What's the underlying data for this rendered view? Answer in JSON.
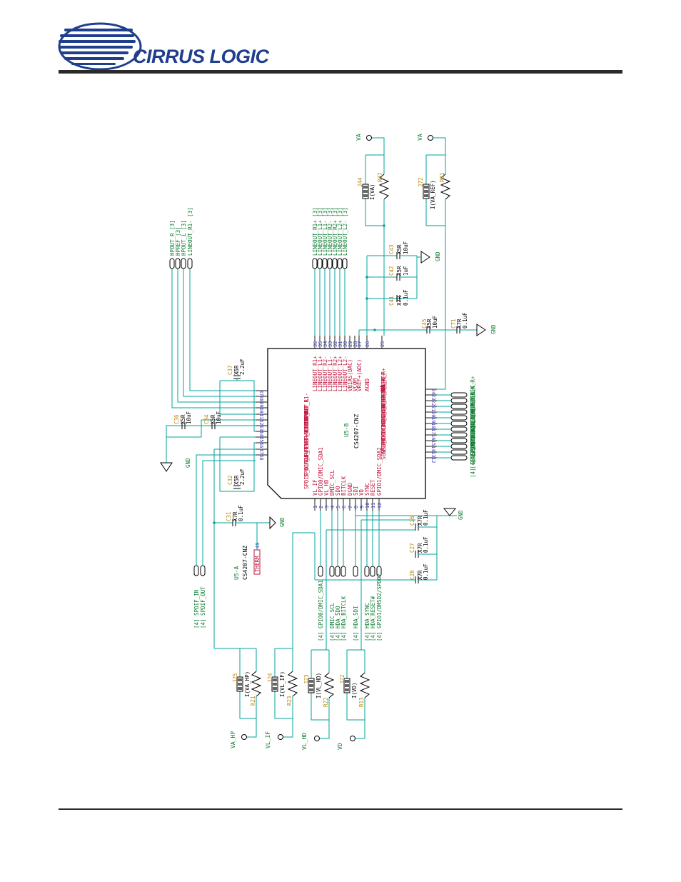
{
  "header": {
    "brand": "CIRRUS LOGIC"
  },
  "chip": {
    "part": "CS4207-CNZ",
    "ref_main": "U5-B",
    "ref_therm": "U5-A",
    "therm_label": "THERM",
    "therm_pin": "49",
    "top_pins": [
      {
        "num": "36",
        "name": "LINEOUT_R1+"
      },
      {
        "num": "35",
        "name": "LINEOUT_L1+"
      },
      {
        "num": "34",
        "name": "LINEOUT_R2-"
      },
      {
        "num": "33",
        "name": "LINEOUT_L1-"
      },
      {
        "num": "32",
        "name": "LINEOUT_R2+"
      },
      {
        "num": "31",
        "name": "LINEOUT_L2+"
      },
      {
        "num": "30",
        "name": "LINEOUT_L2-"
      },
      {
        "num": "29",
        "name": "VBIAS(DAC)"
      },
      {
        "num": "28",
        "name": "VCOM"
      },
      {
        "num": "27",
        "name": "VREF+(ADC)"
      },
      {
        "num": "26",
        "name": "AGND"
      },
      {
        "num": "25",
        "name": "VA"
      }
    ],
    "left_pins": [
      {
        "num": "37",
        "name": "LINEOUT_R1-"
      },
      {
        "num": "38",
        "name": "HPOUT_L"
      },
      {
        "num": "39",
        "name": "HPREF"
      },
      {
        "num": "40",
        "name": "HPOUT_R"
      },
      {
        "num": "41",
        "name": "VHP_FILT-"
      },
      {
        "num": "42",
        "name": "FLYN"
      },
      {
        "num": "43",
        "name": "FLYC"
      },
      {
        "num": "44",
        "name": "VHP_FILT+"
      },
      {
        "num": "45",
        "name": "FLYP"
      },
      {
        "num": "46",
        "name": "VA_HP"
      },
      {
        "num": "47",
        "name": "SPDIF_IN"
      },
      {
        "num": "48",
        "name": "SPDIF_OUT1"
      }
    ],
    "bottom_pins": [
      {
        "num": "1",
        "name": "VL_IF"
      },
      {
        "num": "2",
        "name": "GPIO0/DMIC_SDA1"
      },
      {
        "num": "3",
        "name": "VL_HD"
      },
      {
        "num": "4",
        "name": "DMIC_SCL"
      },
      {
        "num": "5",
        "name": "SDO"
      },
      {
        "num": "6",
        "name": "BITCLK"
      },
      {
        "num": "7",
        "name": "DGND"
      },
      {
        "num": "8",
        "name": "SDI"
      },
      {
        "num": "9",
        "name": "VD"
      },
      {
        "num": "10",
        "name": "SYNC"
      },
      {
        "num": "11",
        "name": "RESET"
      },
      {
        "num": "12",
        "name": "GPIO1/DMIC_SDA2"
      }
    ],
    "right_pins": [
      {
        "num": "24",
        "name": "VA_REF"
      },
      {
        "num": "23",
        "name": "LINEIN_R+"
      },
      {
        "num": "22",
        "name": "LINEIN_C-"
      },
      {
        "num": "21",
        "name": "LINEIN_L+"
      },
      {
        "num": "20",
        "name": "LINEIN_R-"
      },
      {
        "num": "19",
        "name": "MICIN_R+"
      },
      {
        "num": "18",
        "name": "MICIN_R-"
      },
      {
        "num": "17",
        "name": "MICIN_L+"
      },
      {
        "num": "16",
        "name": "MICIN_L-"
      },
      {
        "num": "15",
        "name": "MICBIAS"
      },
      {
        "num": "14",
        "name": "GPIO3"
      },
      {
        "num": "13",
        "name": "GPIO2"
      },
      {
        "num": "12b",
        "name": "SENSE_A"
      }
    ]
  },
  "connectors": {
    "top": [
      "LINEOUT_R1+ [3]",
      "LINEOUT_L1+ [3]",
      "LINEOUT_L1- [3]",
      "LINEOUT_R2- [3]",
      "LINEOUT_R2+ [3]",
      "LINEOUT_L2+ [3]",
      "LINEOUT_L2- [3]"
    ],
    "top_left": [
      "HPOUT_R [3]",
      "HPREF [3]",
      "HPOUT_L [3]",
      "LINEOUT_R1- [3]"
    ],
    "right": [
      "[2] LINEIN_R+",
      "[2] LINEIN_C-",
      "[2] LINEIN_L+",
      "[2] LINEIN_L-",
      "[2] MICIN_R+",
      "[2] MICIN_R-",
      "[2] MICIN_L+",
      "[2] MICIN_L-",
      "[2] MICBIAS",
      "[4] GPIO3",
      "[4] GPIO2",
      "[4] SENSE_A"
    ],
    "left": [
      "[4] SPDIF_IN",
      "[4] SPDIF_OUT"
    ],
    "bottom": [
      "[4] GPIO0/DMIC_SDA1",
      "[4] DMIC_SCL",
      "[4] HDA_SDO",
      "[4] HDA_BITCLK",
      "[4] HDA_SDI",
      "[4] HDA_SYNC",
      "[4] HDA_RESET#",
      "[4] GPIO1/DMSD2/SPDO2"
    ]
  },
  "capacitors": [
    {
      "ref": "C43",
      "type": "X5R",
      "value": "10uF"
    },
    {
      "ref": "C42",
      "type": "X5R",
      "value": "1uF"
    },
    {
      "ref": "C41",
      "type": "X7R",
      "value": "0.1uF"
    },
    {
      "ref": "C45",
      "type": "X5R",
      "value": "10uF"
    },
    {
      "ref": "C71",
      "type": "X7R",
      "value": "0.1uF"
    },
    {
      "ref": "C37",
      "type": "X5R",
      "value": "2.2uF"
    },
    {
      "ref": "C36",
      "type": "X5R",
      "value": "10uF"
    },
    {
      "ref": "C34",
      "type": "X5R",
      "value": "10uF"
    },
    {
      "ref": "C32",
      "type": "X5R",
      "value": "2.2uF"
    },
    {
      "ref": "C31",
      "type": "X7R",
      "value": "0.1uF"
    },
    {
      "ref": "C26",
      "type": "X7R",
      "value": "0.1uF"
    },
    {
      "ref": "C27",
      "type": "X7R",
      "value": "0.1uF"
    },
    {
      "ref": "C28",
      "type": "X7R",
      "value": "0.1uF"
    }
  ],
  "resistors": [
    {
      "ref": "R37",
      "jumper": "J44",
      "label": "I(VA)",
      "rail": "VA"
    },
    {
      "ref": "R81",
      "jumper": "J72",
      "label": "I(VA_REF)",
      "rail": "VA"
    },
    {
      "ref": "R21",
      "jumper": "J25",
      "label": "I(VA_HP)",
      "rail": "VA_HP"
    },
    {
      "ref": "R23",
      "jumper": "J24",
      "label": "I(VL_IF)",
      "rail": "VL_IF"
    },
    {
      "ref": "R22",
      "jumper": "J23",
      "label": "I(VL_HD)",
      "rail": "VL_HD"
    },
    {
      "ref": "R13",
      "jumper": "J22",
      "label": "I(VD)",
      "rail": "VD"
    }
  ],
  "gnd_label": "GND",
  "colors": {
    "wire": "#00a39b",
    "label": "#0c7a2e",
    "ref": "#b8860b",
    "part": "#c0143c",
    "pin": "#3b3bb0",
    "brand": "#1f3e8c"
  }
}
